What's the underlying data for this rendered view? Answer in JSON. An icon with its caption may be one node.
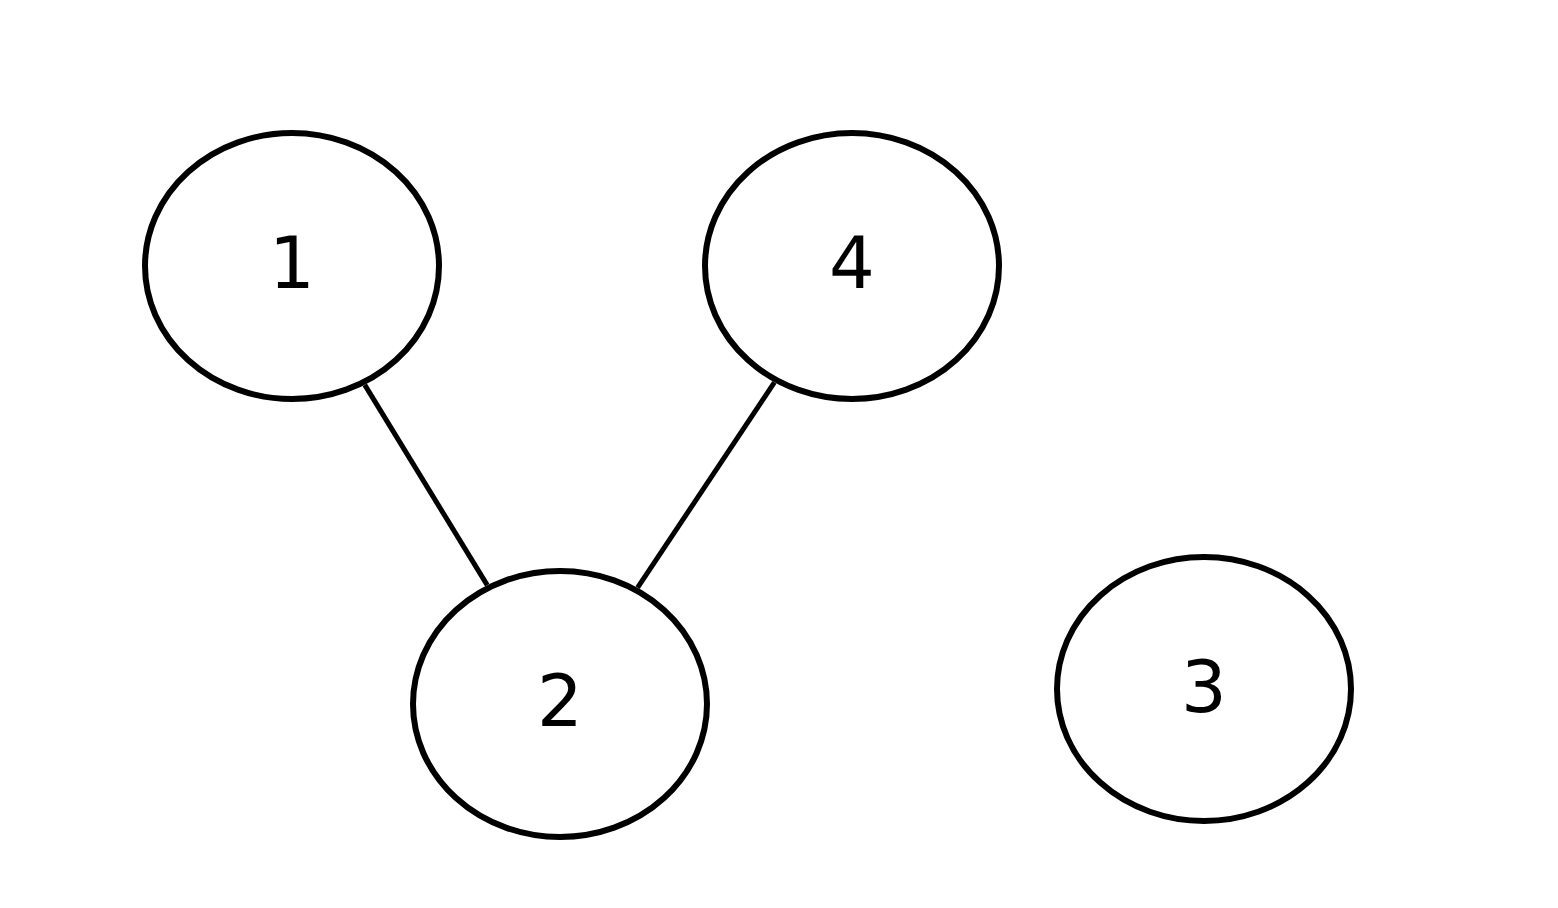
{
  "diagram": {
    "nodes": [
      {
        "text": [
          "1"
        ]
      },
      {
        "text": [
          "4"
        ]
      },
      {
        "text": [
          "2"
        ]
      },
      {
        "text": [
          "3"
        ]
      }
    ],
    "edges": [
      {
        "from": 0,
        "to": 2,
        "arrow": "none"
      },
      {
        "from": 1,
        "to": 2,
        "arrow": "none"
      }
    ]
  }
}
